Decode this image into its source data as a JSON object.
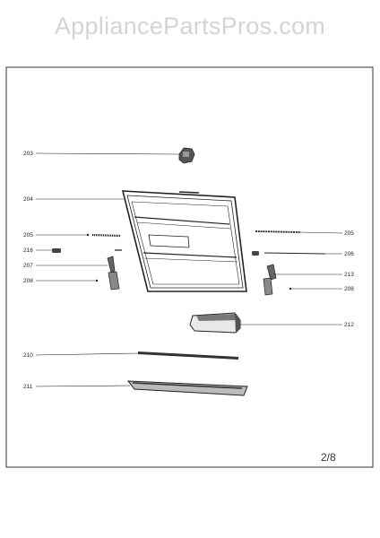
{
  "watermark": "AppliancePartsPros.com",
  "page_number": "2/8",
  "callouts_left": [
    "203",
    "204",
    "205",
    "216",
    "207",
    "208",
    "210",
    "211"
  ],
  "callouts_right": [
    "205",
    "206",
    "213",
    "208",
    "212"
  ],
  "colors": {
    "ink": "#222222",
    "frame": "#333333",
    "watermark": "#d4d4d4"
  }
}
